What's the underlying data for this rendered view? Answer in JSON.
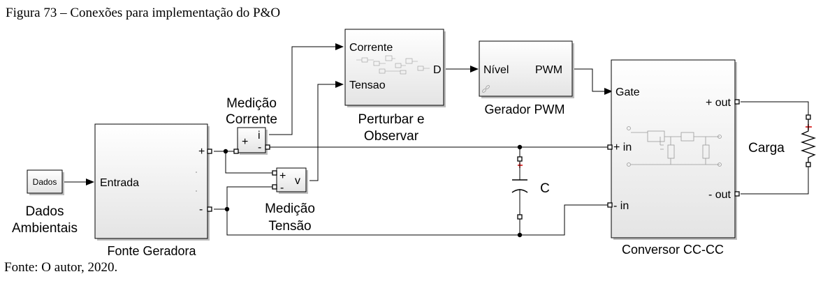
{
  "caption_top": "Figura 73 – Conexões para implementação do P&O",
  "caption_bottom": "Fonte: O autor, 2020.",
  "blocks": {
    "dados": {
      "inner": "Dados",
      "label_line1": "Dados",
      "label_line2": "Ambientais"
    },
    "fonte": {
      "port_in": "Entrada",
      "port_pos": "+",
      "port_neg": "-",
      "label": "Fonte Geradora"
    },
    "medicao_corrente": {
      "sign_plus": "+",
      "sign_minus": "-",
      "symbol": "i",
      "label_line1": "Medição",
      "label_line2": "Corrente"
    },
    "medicao_tensao": {
      "sign_plus": "+",
      "sign_minus": "-",
      "symbol": "v",
      "label_line1": "Medição",
      "label_line2": "Tensão"
    },
    "po": {
      "port_corrente": "Corrente",
      "port_tensao": "Tensao",
      "port_out": "D",
      "label_line1": "Perturbar e",
      "label_line2": "Observar"
    },
    "pwm": {
      "port_in": "Nível",
      "port_out": "PWM",
      "label": "Gerador PWM"
    },
    "capacitor": {
      "label": "C",
      "polarity": "+"
    },
    "conversor": {
      "port_gate": "Gate",
      "port_in_pos": "+ in",
      "port_in_neg": "- in",
      "port_out_pos": "+ out",
      "port_out_neg": "- out",
      "label": "Conversor CC-CC"
    },
    "carga": {
      "label": "Carga",
      "polarity": "+"
    }
  }
}
